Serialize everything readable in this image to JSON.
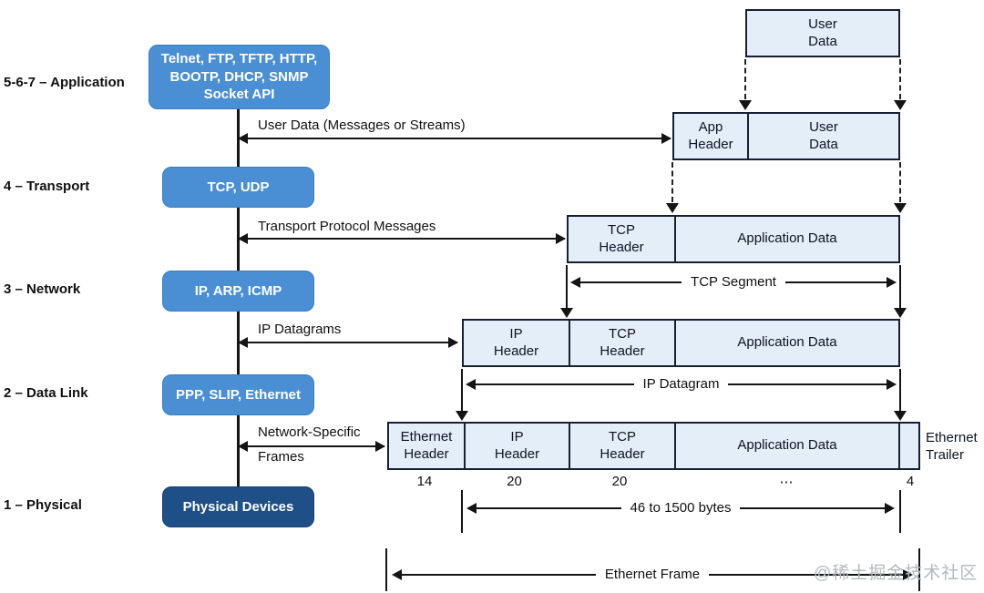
{
  "left_panel": {
    "layers": [
      {
        "label": "5-6-7 – Application",
        "box_lines": [
          "Telnet, FTP, TFTP, HTTP,",
          "BOOTP, DHCP, SNMP",
          "Socket API"
        ]
      },
      {
        "label": "4 – Transport",
        "box_lines": [
          "TCP, UDP"
        ]
      },
      {
        "label": "3 – Network",
        "box_lines": [
          "IP, ARP, ICMP"
        ]
      },
      {
        "label": "2 – Data Link",
        "box_lines": [
          "PPP, SLIP, Ethernet"
        ]
      },
      {
        "label": "1 – Physical",
        "box_lines": [
          "Physical Devices"
        ]
      }
    ]
  },
  "flow_labels": {
    "application": "User Data (Messages or Streams)",
    "transport": "Transport Protocol Messages",
    "network": "IP Datagrams",
    "datalink_line1": "Network-Specific",
    "datalink_line2": "Frames"
  },
  "encapsulation": {
    "row1": {
      "user_data": [
        "User",
        "Data"
      ]
    },
    "row2": {
      "app_header": [
        "App",
        "Header"
      ],
      "user_data": [
        "User",
        "Data"
      ]
    },
    "row3": {
      "tcp_header": [
        "TCP",
        "Header"
      ],
      "app_data": "Application Data"
    },
    "row4": {
      "ip_header": [
        "IP",
        "Header"
      ],
      "tcp_header": [
        "TCP",
        "Header"
      ],
      "app_data": "Application Data"
    },
    "row5": {
      "eth_header": [
        "Ethernet",
        "Header"
      ],
      "ip_header": [
        "IP",
        "Header"
      ],
      "tcp_header": [
        "TCP",
        "Header"
      ],
      "app_data": "Application Data"
    },
    "trailer_label": [
      "Ethernet",
      "Trailer"
    ],
    "byte_sizes": {
      "ethernet_header": "14",
      "ip_header": "20",
      "tcp_header": "20",
      "application_data": "⋯",
      "trailer": "4"
    },
    "spans": {
      "tcp_segment": "TCP Segment",
      "ip_datagram": "IP Datagram",
      "payload_size": "46 to 1500 bytes",
      "ethernet_frame": "Ethernet Frame"
    }
  },
  "colors": {
    "layer_box_blue": "#4a8fd3",
    "physical_box_navy": "#1e4f86",
    "packet_box_fill": "#e4eef9",
    "packet_box_border": "#17202e",
    "line_black": "#141414",
    "watermark_gray": "#b4b8bd"
  },
  "watermark": "@稀土掘金技术社区"
}
